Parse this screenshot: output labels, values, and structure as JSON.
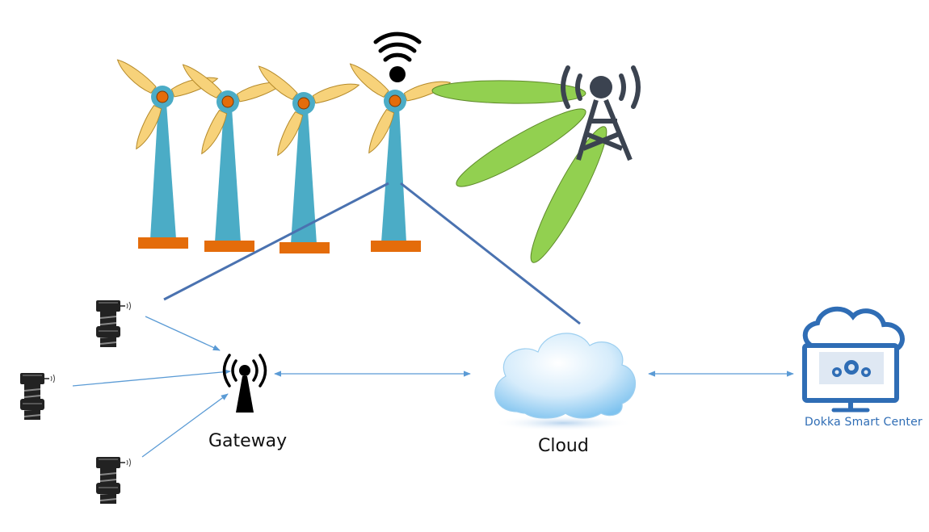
{
  "labels": {
    "gateway": "Gateway",
    "cloud": "Cloud",
    "smart_center": "Dokka Smart Center"
  },
  "icons": {
    "turbines": "wind-turbine-icon",
    "wifi": "wifi-signal-icon",
    "tower": "radio-tower-icon",
    "bolt": "smart-bolt-icon",
    "gateway": "gateway-antenna-icon",
    "cloud": "cloud-icon",
    "monitor": "monitor-gears-icon"
  },
  "colors": {
    "blade": "#f7d27a",
    "blade_stroke": "#b58a2a",
    "tower": "#4bacc6",
    "base": "#e46c0a",
    "hub": "#e46c0a",
    "beam": "#92d050",
    "connector_line": "#4a72b0",
    "arrow": "#5b9bd5",
    "smart_center": "#2f6db5"
  }
}
